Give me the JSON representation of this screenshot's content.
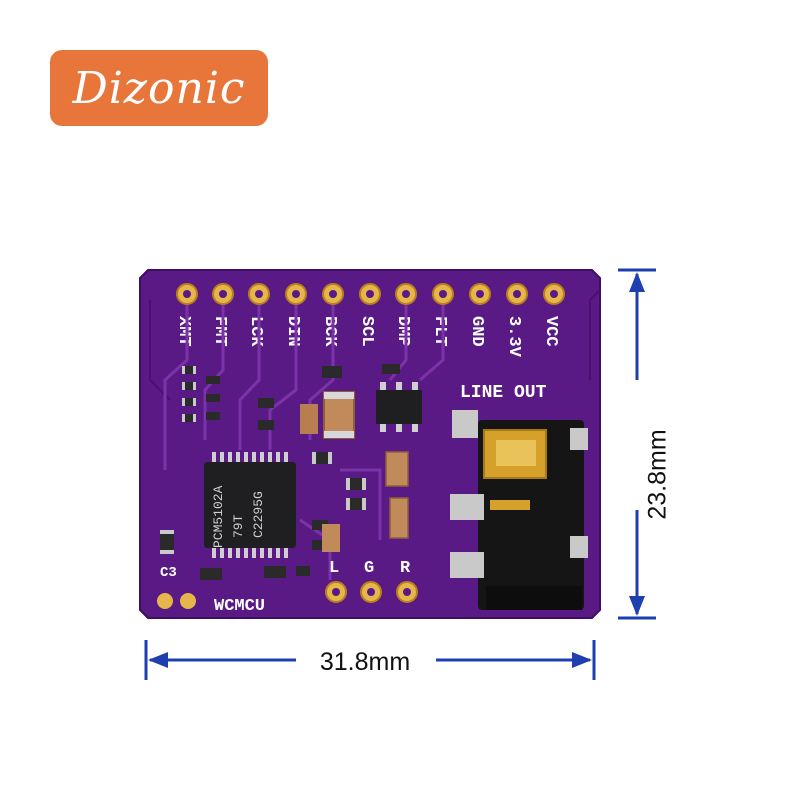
{
  "brand": {
    "name": "Dizonic",
    "color": "#e8763a"
  },
  "board": {
    "pins_top": [
      "XMT",
      "FMT",
      "LCK",
      "DIN",
      "BCK",
      "SCL",
      "DMP",
      "FLT",
      "GND",
      "3.3V",
      "VCC"
    ],
    "pins_bottom": [
      "L",
      "G",
      "R"
    ],
    "chip_lines": [
      "PCM5102A",
      "79T",
      "C2295G"
    ],
    "silk_line_out": "LINE OUT",
    "silk_brand": "WCMCU",
    "silk_c3": "C3",
    "pcb_color": "#5a1a86"
  },
  "dimensions": {
    "width_label": "31.8mm",
    "height_label": "23.8mm",
    "arrow_color": "#1e3fb0"
  }
}
